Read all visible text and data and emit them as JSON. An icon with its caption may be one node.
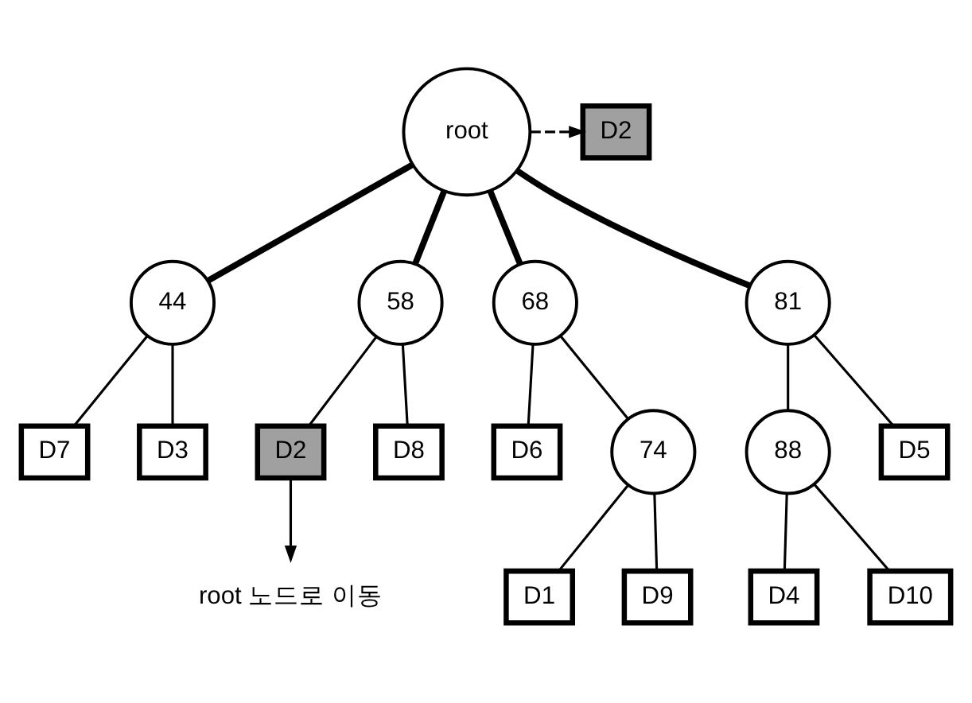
{
  "diagram": {
    "nodes": [
      {
        "text": [
          "root"
        ]
      },
      {
        "text": [
          "44"
        ]
      },
      {
        "text": [
          "58"
        ]
      },
      {
        "text": [
          "68"
        ]
      },
      {
        "text": [
          "81"
        ]
      },
      {
        "text": [
          "D2"
        ]
      },
      {
        "text": [
          "D7"
        ]
      },
      {
        "text": [
          "D3"
        ]
      },
      {
        "text": [
          "D2"
        ]
      },
      {
        "text": [
          "D8"
        ]
      },
      {
        "text": [
          "D6"
        ]
      },
      {
        "text": [
          "74"
        ]
      },
      {
        "text": [
          "88"
        ]
      },
      {
        "text": [
          "D5"
        ]
      },
      {
        "text": [
          "D1"
        ]
      },
      {
        "text": [
          "D9"
        ]
      },
      {
        "text": [
          "D4"
        ]
      },
      {
        "text": [
          "D10"
        ]
      },
      {
        "text": [
          "root 노드로 이동"
        ]
      }
    ],
    "edges": [
      {
        "from": 0,
        "to": 1,
        "arrow": "none",
        "style": "thick"
      },
      {
        "from": 0,
        "to": 2,
        "arrow": "none",
        "style": "thick"
      },
      {
        "from": 0,
        "to": 3,
        "arrow": "none",
        "style": "thick"
      },
      {
        "from": 0,
        "to": 4,
        "arrow": "none",
        "style": "thick"
      },
      {
        "from": 0,
        "to": 5,
        "arrow": "to",
        "style": "dashed"
      },
      {
        "from": 1,
        "to": 6,
        "arrow": "none"
      },
      {
        "from": 1,
        "to": 7,
        "arrow": "none"
      },
      {
        "from": 2,
        "to": 8,
        "arrow": "none"
      },
      {
        "from": 2,
        "to": 9,
        "arrow": "none"
      },
      {
        "from": 3,
        "to": 10,
        "arrow": "none"
      },
      {
        "from": 3,
        "to": 11,
        "arrow": "none"
      },
      {
        "from": 4,
        "to": 12,
        "arrow": "none"
      },
      {
        "from": 4,
        "to": 13,
        "arrow": "none"
      },
      {
        "from": 11,
        "to": 14,
        "arrow": "none"
      },
      {
        "from": 11,
        "to": 15,
        "arrow": "none"
      },
      {
        "from": 12,
        "to": 16,
        "arrow": "none"
      },
      {
        "from": 12,
        "to": 17,
        "arrow": "none"
      },
      {
        "from": 8,
        "to": 18,
        "arrow": "to"
      }
    ]
  }
}
